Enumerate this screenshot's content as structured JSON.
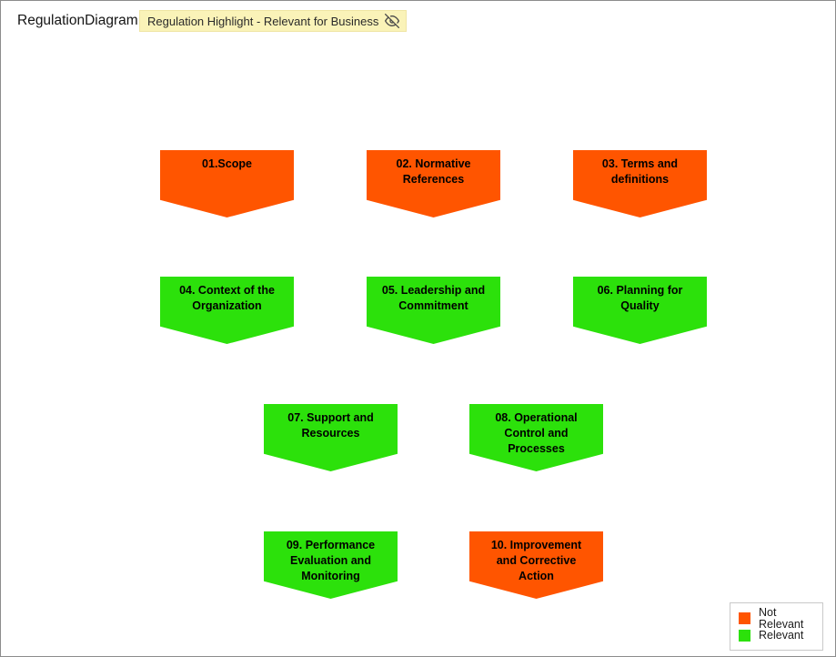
{
  "header": {
    "title": "RegulationDiagram",
    "badge": {
      "label": "Regulation Highlight - Relevant for Business",
      "icon": "eye-off-icon",
      "background": "#faf3b8"
    }
  },
  "colors": {
    "not_relevant": "#ff5500",
    "relevant": "#2ce10b"
  },
  "shapes": [
    {
      "label": "01.Scope",
      "status": "not_relevant"
    },
    {
      "label": "02. Normative\nReferences",
      "status": "not_relevant"
    },
    {
      "label": "03. Terms and\ndefinitions",
      "status": "not_relevant"
    },
    {
      "label": "04. Context of the\nOrganization",
      "status": "relevant"
    },
    {
      "label": "05. Leadership and\nCommitment",
      "status": "relevant"
    },
    {
      "label": "06. Planning for\nQuality",
      "status": "relevant"
    },
    {
      "label": "07. Support and\nResources",
      "status": "relevant"
    },
    {
      "label": "08. Operational\nControl and\nProcesses",
      "status": "relevant"
    },
    {
      "label": "09. Performance\nEvaluation and\nMonitoring",
      "status": "relevant"
    },
    {
      "label": "10. Improvement\nand Corrective\nAction",
      "status": "not_relevant"
    }
  ],
  "legend": {
    "items": [
      {
        "label": "Not Relevant",
        "color": "#ff5500"
      },
      {
        "label": "Relevant",
        "color": "#2ce10b"
      }
    ]
  }
}
